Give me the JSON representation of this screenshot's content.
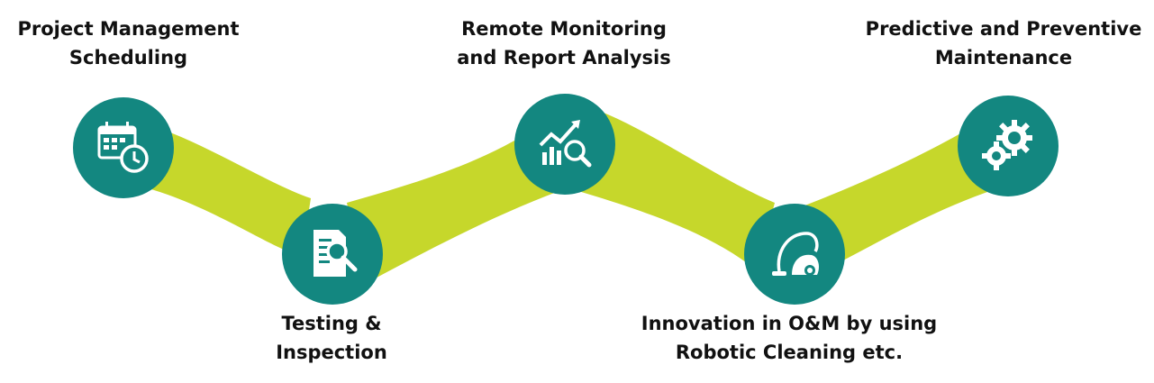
{
  "colors": {
    "node": "#138780",
    "band": "#c6d72b",
    "text": "#111111",
    "icon": "#ffffff"
  },
  "steps": [
    {
      "lines": [
        "Project Management",
        "Scheduling"
      ],
      "icon": "calendar-clock-icon"
    },
    {
      "lines": [
        "Testing &",
        "Inspection"
      ],
      "icon": "document-search-icon"
    },
    {
      "lines": [
        "Remote Monitoring",
        "and Report Analysis"
      ],
      "icon": "chart-magnifier-icon"
    },
    {
      "lines": [
        "Innovation in O&M by using",
        "Robotic Cleaning etc."
      ],
      "icon": "vacuum-cleaner-icon"
    },
    {
      "lines": [
        "Predictive and Preventive",
        "Maintenance"
      ],
      "icon": "gears-icon"
    }
  ]
}
